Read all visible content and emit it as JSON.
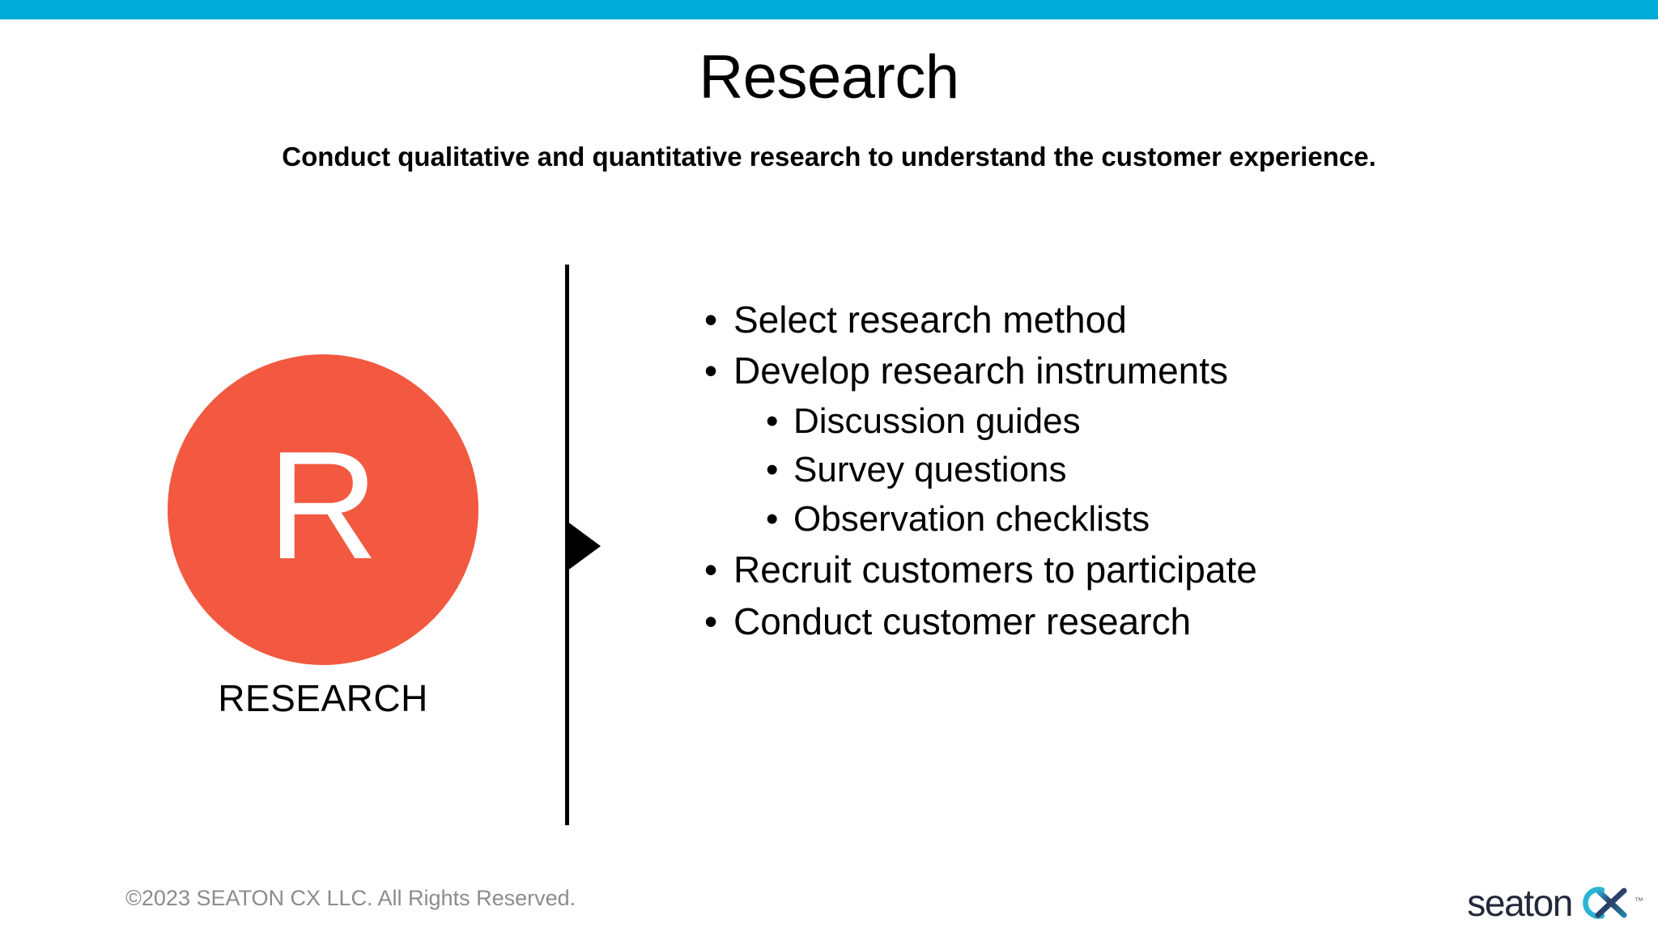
{
  "theme": {
    "accent_bar_color": "#00ACD8",
    "icon_circle_color": "#F25940",
    "text_color": "#000000",
    "footer_text_color": "#8C8C8C",
    "logo_dark_color": "#23293B",
    "logo_cyan_color": "#2BB3D4"
  },
  "header": {
    "title": "Research",
    "subtitle": "Conduct qualitative and quantitative research to understand the customer experience."
  },
  "icon_block": {
    "letter": "R",
    "caption": "RESEARCH"
  },
  "bullets": [
    {
      "level": 1,
      "marker": "•",
      "text": "Select research method"
    },
    {
      "level": 1,
      "marker": "•",
      "text": "Develop research instruments"
    },
    {
      "level": 2,
      "marker": "•",
      "text": "Discussion guides"
    },
    {
      "level": 2,
      "marker": "•",
      "text": "Survey questions"
    },
    {
      "level": 2,
      "marker": "•",
      "text": "Observation checklists"
    },
    {
      "level": 1,
      "marker": "•",
      "text": "Recruit customers to participate"
    },
    {
      "level": 1,
      "marker": "•",
      "text": "Conduct customer research"
    }
  ],
  "footer": {
    "copyright": "©2023 SEATON CX LLC. All Rights Reserved.",
    "logo_wordmark": "seaton",
    "logo_trademark": "™"
  }
}
